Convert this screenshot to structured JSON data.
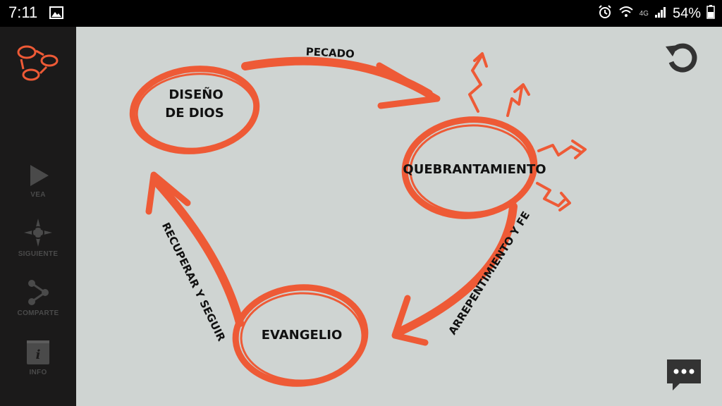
{
  "status_bar": {
    "time": "7:11",
    "network": "4G",
    "battery": "54%"
  },
  "sidebar": {
    "items": [
      {
        "label": "VEA",
        "icon": "play-icon"
      },
      {
        "label": "SIGUIENTE",
        "icon": "compass-icon"
      },
      {
        "label": "COMPARTE",
        "icon": "share-icon"
      },
      {
        "label": "INFO",
        "icon": "info-icon"
      }
    ]
  },
  "diagram": {
    "nodes": {
      "design_line1": "DISEÑO",
      "design_line2": "DE DIOS",
      "brokenness": "QUEBRANTAMIENTO",
      "gospel": "EVANGELIO"
    },
    "arrows": {
      "sin": "PECADO",
      "repentance": "ARREPENTIMIENTO Y FE",
      "recover": "RECUPERAR Y SEGUIR"
    }
  },
  "colors": {
    "accent": "#ee5a36",
    "background": "#cfd4d2",
    "sidebar": "#1b1a1a"
  }
}
